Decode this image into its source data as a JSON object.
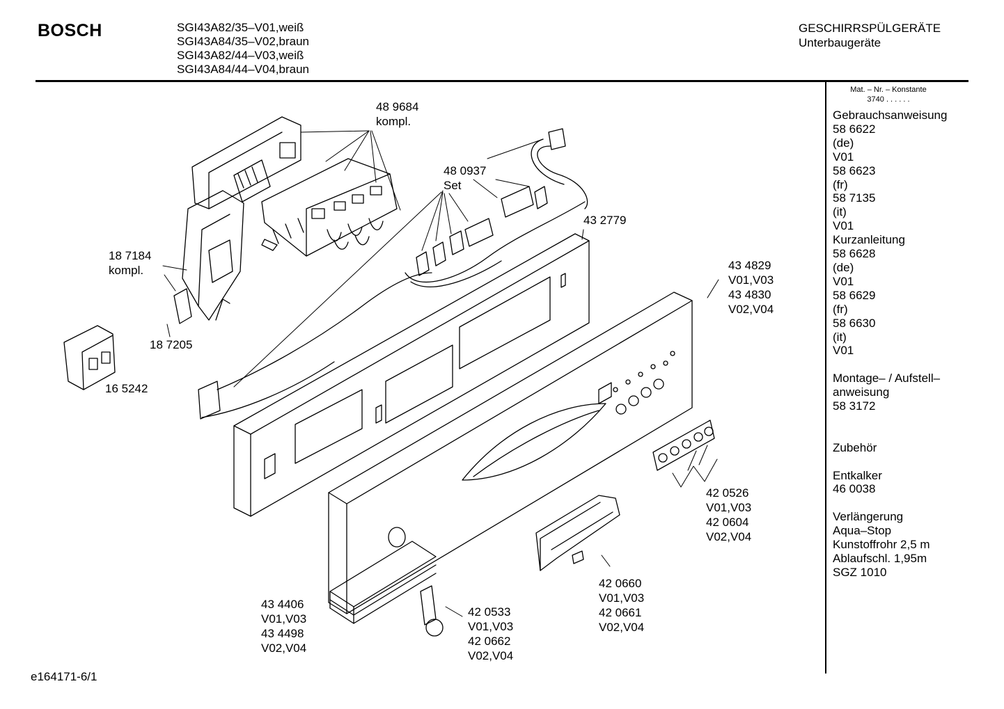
{
  "header": {
    "brand": "BOSCH",
    "models": [
      "SGI43A82/35–V01,weiß",
      "SGI43A84/35–V02,braun",
      "SGI43A82/44–V03,weiß",
      "SGI43A84/44–V04,braun"
    ],
    "category": "GESCHIRRSPÜLGERÄTE",
    "subcategory": "Unterbaugeräte"
  },
  "sidebar": {
    "header_line1": "Mat. – Nr. – Konstante",
    "header_line2": "3740  .  .  .  .  .  .",
    "items": "Gebrauchsanweisung\n58 6622\n(de)\nV01\n58 6623\n(fr)\n58 7135\n(it)\nV01\nKurzanleitung\n58 6628\n(de)\nV01\n58 6629\n(fr)\n58 6630\n(it)\nV01\n\nMontage– / Aufstell–\nanweisung\n58 3172\n\n\nZubehör\n\nEntkalker\n46 0038\n\nVerlängerung\nAqua–Stop\nKunstoffrohr 2,5 m\nAblaufschl. 1,95m\nSGZ 1010"
  },
  "callouts": {
    "c489684": "48 9684\nkompl.",
    "c480937": "48 0937\nSet",
    "c432779": "43 2779",
    "c187184": "18 7184\nkompl.",
    "c187205": "18 7205",
    "c165242": "16 5242",
    "c434829": "43 4829\nV01,V03\n43 4830\nV02,V04",
    "c420526": "42 0526\nV01,V03\n42 0604\nV02,V04",
    "c420660": "42 0660\nV01,V03\n42 0661\nV02,V04",
    "c434406": "43 4406\nV01,V03\n43 4498\nV02,V04",
    "c420533": "42 0533\nV01,V03\n42 0662\nV02,V04"
  },
  "footer": {
    "code": "e164171-6/1"
  }
}
